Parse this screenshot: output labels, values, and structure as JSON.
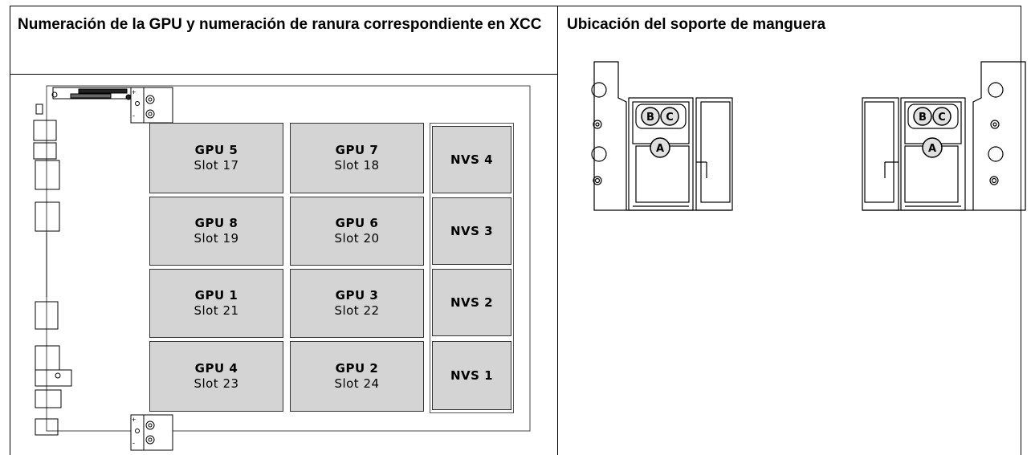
{
  "left_panel": {
    "title": "Numeración de la GPU y numeración de ranura correspondiente en XCC",
    "gpus": [
      {
        "gpu": "GPU 5",
        "slot": "Slot 17"
      },
      {
        "gpu": "GPU 7",
        "slot": "Slot 18"
      },
      {
        "gpu": "GPU 8",
        "slot": "Slot 19"
      },
      {
        "gpu": "GPU 6",
        "slot": "Slot 20"
      },
      {
        "gpu": "GPU 1",
        "slot": "Slot 21"
      },
      {
        "gpu": "GPU 3",
        "slot": "Slot 22"
      },
      {
        "gpu": "GPU 4",
        "slot": "Slot 23"
      },
      {
        "gpu": "GPU 2",
        "slot": "Slot 24"
      }
    ],
    "nvs": [
      "NVS 4",
      "NVS 3",
      "NVS 2",
      "NVS 1"
    ],
    "tray_marks": {
      "plus": "+",
      "minus": "-"
    }
  },
  "right_panel": {
    "title": "Ubicación del soporte de manguera",
    "callouts": {
      "a": "A",
      "b": "B",
      "c": "C"
    }
  },
  "colors": {
    "tile_fill": "#d4d4d4",
    "line": "#000000",
    "border": "#333333"
  }
}
